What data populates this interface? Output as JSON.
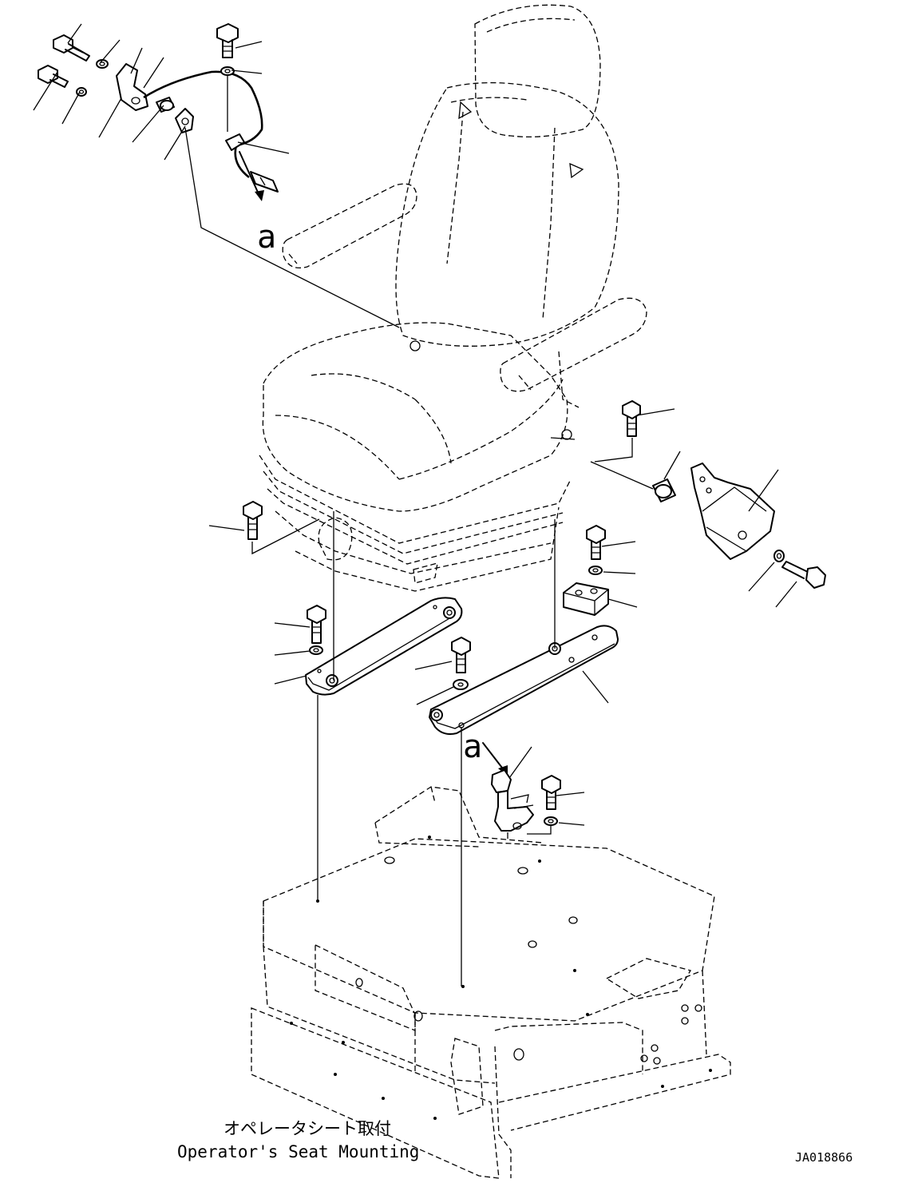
{
  "caption": {
    "japanese": "オペレータシート取付",
    "english": "Operator's Seat Mounting"
  },
  "drawing_number": "JA018866",
  "reference_marks": {
    "harness_connector": "a",
    "switch_connector": "a"
  }
}
